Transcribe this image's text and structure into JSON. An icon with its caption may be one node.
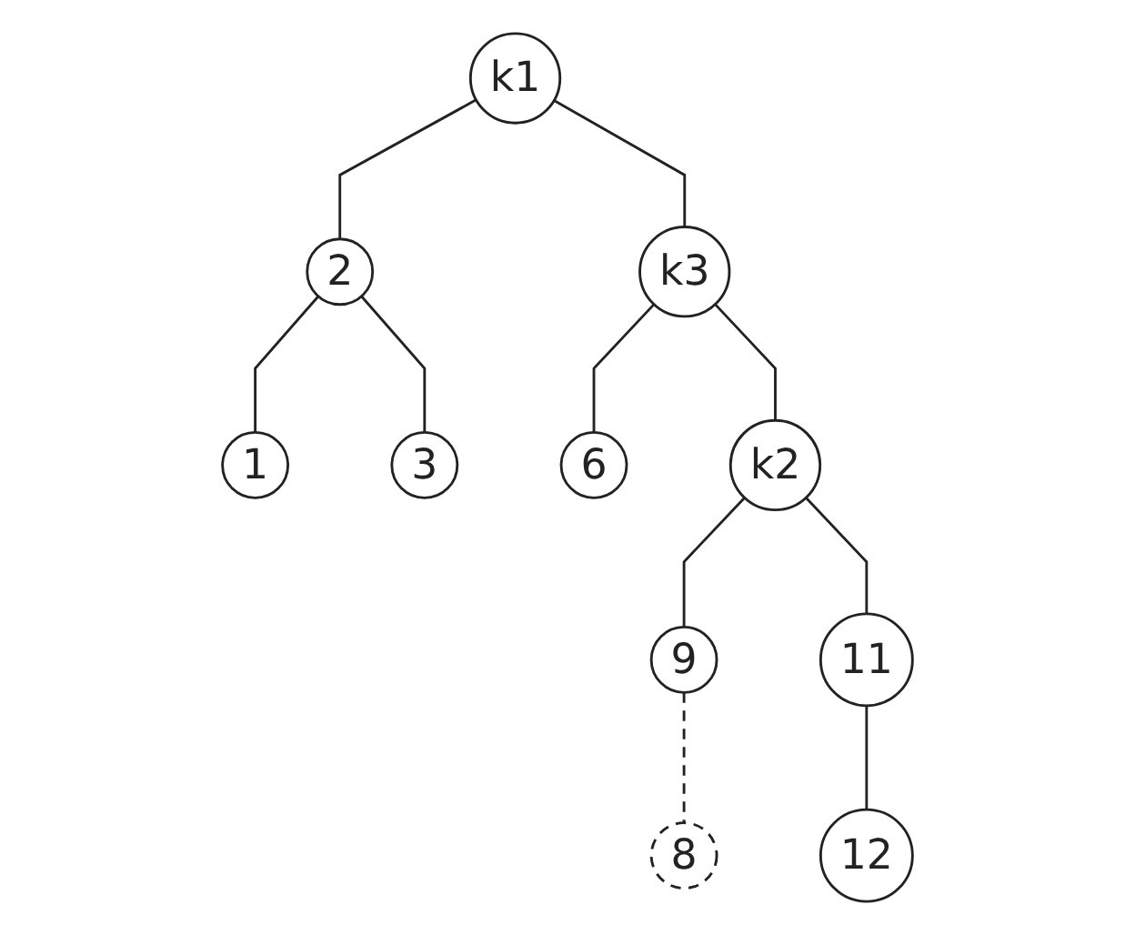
{
  "diagram": {
    "nodes": [
      {
        "text": [
          "k1"
        ]
      },
      {
        "text": [
          "2"
        ]
      },
      {
        "text": [
          "k3"
        ]
      },
      {
        "text": [
          "1"
        ]
      },
      {
        "text": [
          "3"
        ]
      },
      {
        "text": [
          "6"
        ]
      },
      {
        "text": [
          "k2"
        ]
      },
      {
        "text": [
          "9"
        ]
      },
      {
        "text": [
          "11"
        ]
      },
      {
        "text": [
          "8"
        ]
      },
      {
        "text": [
          "12"
        ]
      }
    ],
    "edges": [
      {
        "from": 0,
        "to": 1,
        "arrow": "none"
      },
      {
        "from": 0,
        "to": 2,
        "arrow": "none"
      },
      {
        "from": 1,
        "to": 3,
        "arrow": "none"
      },
      {
        "from": 1,
        "to": 4,
        "arrow": "none"
      },
      {
        "from": 2,
        "to": 5,
        "arrow": "none"
      },
      {
        "from": 2,
        "to": 6,
        "arrow": "none"
      },
      {
        "from": 6,
        "to": 7,
        "arrow": "none"
      },
      {
        "from": 6,
        "to": 8,
        "arrow": "none"
      },
      {
        "from": 7,
        "to": 9,
        "arrow": "none",
        "style": "dashed"
      },
      {
        "from": 8,
        "to": 10,
        "arrow": "none"
      }
    ]
  }
}
